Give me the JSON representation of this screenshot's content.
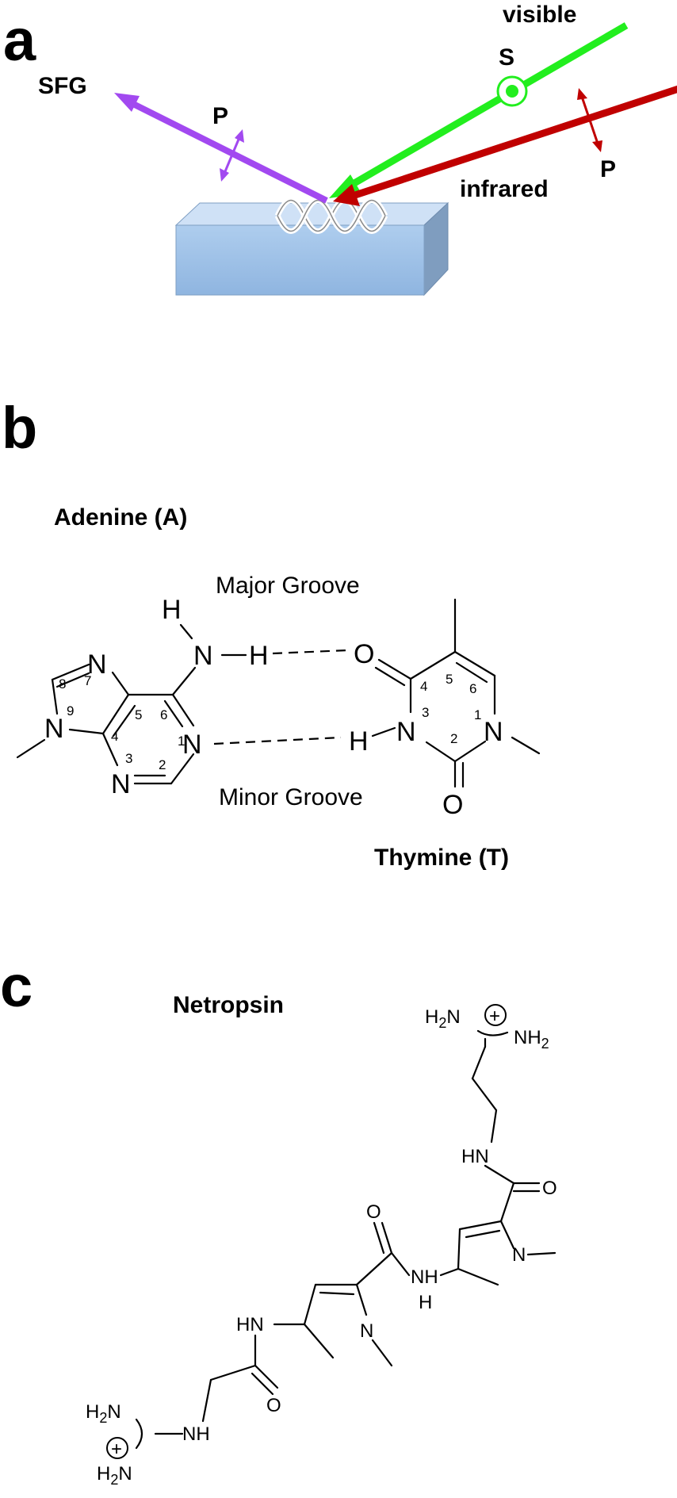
{
  "panel_a": {
    "letter": "a",
    "beams": {
      "sfg": "SFG",
      "sfg_pol": "P",
      "visible": "visible",
      "visible_pol": "S",
      "infrared": "infrared",
      "infrared_pol": "P"
    },
    "colors": {
      "sfg": "#a249f0",
      "visible": "#22ee1e",
      "infrared": "#c00000",
      "prism": "#9ec3eb"
    }
  },
  "panel_b": {
    "letter": "b",
    "adenine_title": "Adenine (A)",
    "thymine_title": "Thymine (T)",
    "major_groove": "Major Groove",
    "minor_groove": "Minor Groove",
    "atoms": {
      "n": "N",
      "h": "H",
      "o": "O"
    },
    "numbers": {
      "n1": "1",
      "n2": "2",
      "n3": "3",
      "n4": "4",
      "n5": "5",
      "n6": "6",
      "n7": "7",
      "n8": "8",
      "n9": "9"
    }
  },
  "panel_c": {
    "letter": "c",
    "title": "Netropsin",
    "atoms": {
      "h2n": "H",
      "nh2": "NH",
      "two": "2",
      "hn": "HN",
      "nh": "NH",
      "o": "O",
      "n": "N",
      "h": "H",
      "n_atom": "N",
      "plus": "+"
    }
  }
}
